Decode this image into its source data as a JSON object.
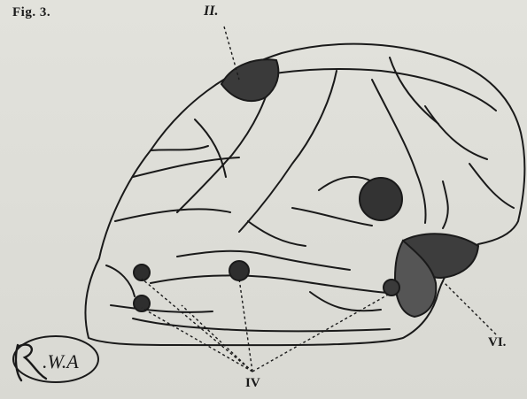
{
  "figure": {
    "label": "Fig. 3.",
    "markers": {
      "top_region": "II.",
      "small_regions": "IV",
      "lower_region": "VI."
    },
    "signature": "R.W.A",
    "colors": {
      "ink": "#1a1a1a",
      "paper": "#dcdcd6",
      "shading": "#3a3a3a"
    }
  }
}
